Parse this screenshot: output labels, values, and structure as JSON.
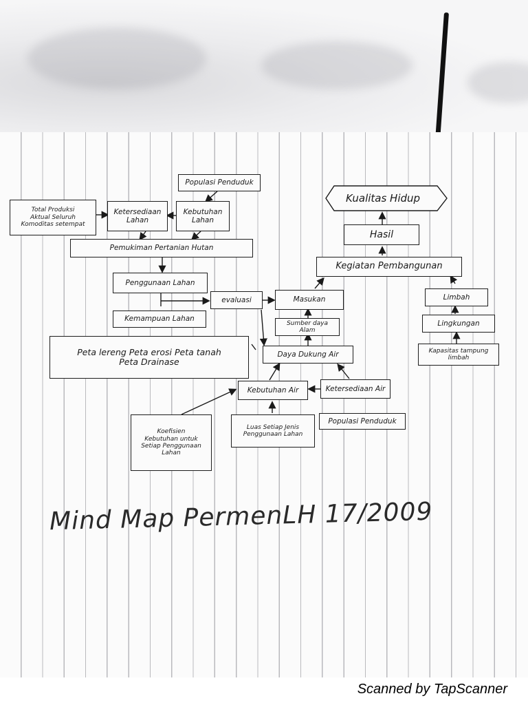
{
  "nodes": {
    "populasi_penduduk_top": "Populasi Penduduk",
    "total_produksi": "Total Produksi\nAktual Seluruh\nKomoditas setempat",
    "ketersediaan_lahan": "Ketersediaan\nLahan",
    "kebutuhan_lahan": "Kebutuhan\nLahan",
    "pemukiman": "Pemukiman  Pertanian  Hutan",
    "penggunaan_lahan": "Penggunaan Lahan",
    "kemampuan_lahan": "Kemampuan Lahan",
    "evaluasi": "evaluasi",
    "masukan": "Masukan",
    "sumber_daya_alam": "Sumber daya\nAlam",
    "daya_dukung_air": "Daya Dukung Air",
    "peta": "Peta lereng    Peta erosi  Peta tanah\nPeta Drainase",
    "kebutuhan_air": "Kebutuhan Air",
    "ketersediaan_air": "Ketersediaan Air",
    "koefisien": "Koefisien\nKebutuhan untuk\nSetiap Penggunaan\nLahan",
    "luas": "Luas Setiap Jenis\nPenggunaan Lahan",
    "populasi_penduduk_bottom": "Populasi Penduduk",
    "kualitas_hidup": "Kualitas Hidup",
    "hasil": "Hasil",
    "kegiatan_pembangunan": "Kegiatan Pembangunan",
    "limbah": "Limbah",
    "lingkungan": "Lingkungan",
    "kapasitas_tampung": "Kapasitas tampung\nlimbah"
  },
  "title": "Mind Map PermenLH 17/2009",
  "footer": "Scanned by TapScanner"
}
